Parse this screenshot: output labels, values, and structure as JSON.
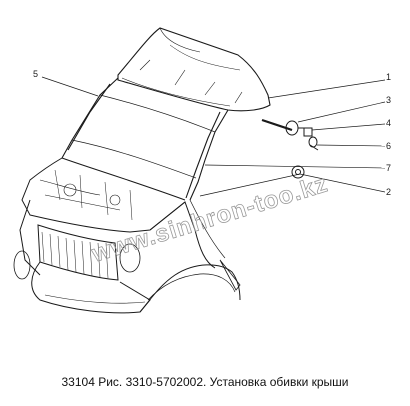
{
  "caption": "33104 Рис. 3310-5702002. Установка обивки крыши",
  "watermark": "www.sinhron-too.kz",
  "callouts": {
    "c1": "1",
    "c2": "2",
    "c3": "3",
    "c4": "4",
    "c5": "5",
    "c6": "6",
    "c7": "7"
  },
  "colors": {
    "line": "#1a1a1a",
    "watermark": "#9a9a9a",
    "background": "#ffffff"
  }
}
